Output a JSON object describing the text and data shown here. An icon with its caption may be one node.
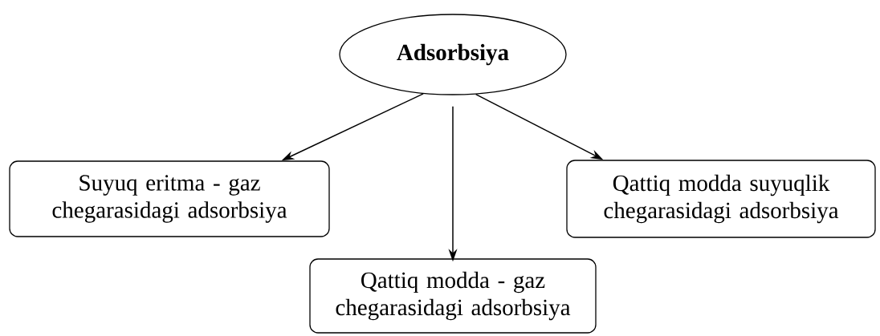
{
  "diagram": {
    "nodes": [
      {
        "text": [
          "Adsorbsiya"
        ]
      },
      {
        "text": [
          "Suyuq eritma - gaz chegarasidagi adsorbsiya"
        ]
      },
      {
        "text": [
          "Qattiq modda suyuqlik chegarasidagi adsorbsiya"
        ]
      },
      {
        "text": [
          "Qattiq modda - gaz chegarasidagi adsorbsiya"
        ]
      }
    ],
    "edges": [
      {
        "from": 0,
        "to": 1,
        "arrow": "to"
      },
      {
        "from": 0,
        "to": 3,
        "arrow": "to"
      },
      {
        "from": 0,
        "to": 2,
        "arrow": "to"
      }
    ]
  }
}
